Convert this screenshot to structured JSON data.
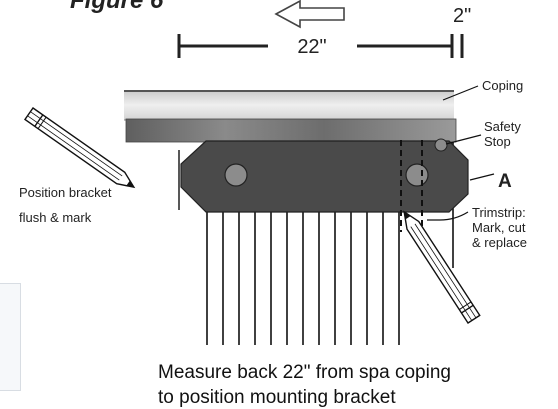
{
  "figure": {
    "title": "Figure 6",
    "dim_main": "22\"",
    "dim_small": "2\"",
    "labels": {
      "coping": "Coping",
      "safety_line1": "Safety",
      "safety_line2": "Stop",
      "a": "A",
      "position_line1": "Position bracket",
      "position_line2": "flush & mark",
      "trim_line1": "Trimstrip:",
      "trim_line2": "Mark, cut",
      "trim_line3": "& replace"
    },
    "caption_line1": "Measure back 22\" from spa coping",
    "caption_line2": "to position mounting bracket"
  }
}
